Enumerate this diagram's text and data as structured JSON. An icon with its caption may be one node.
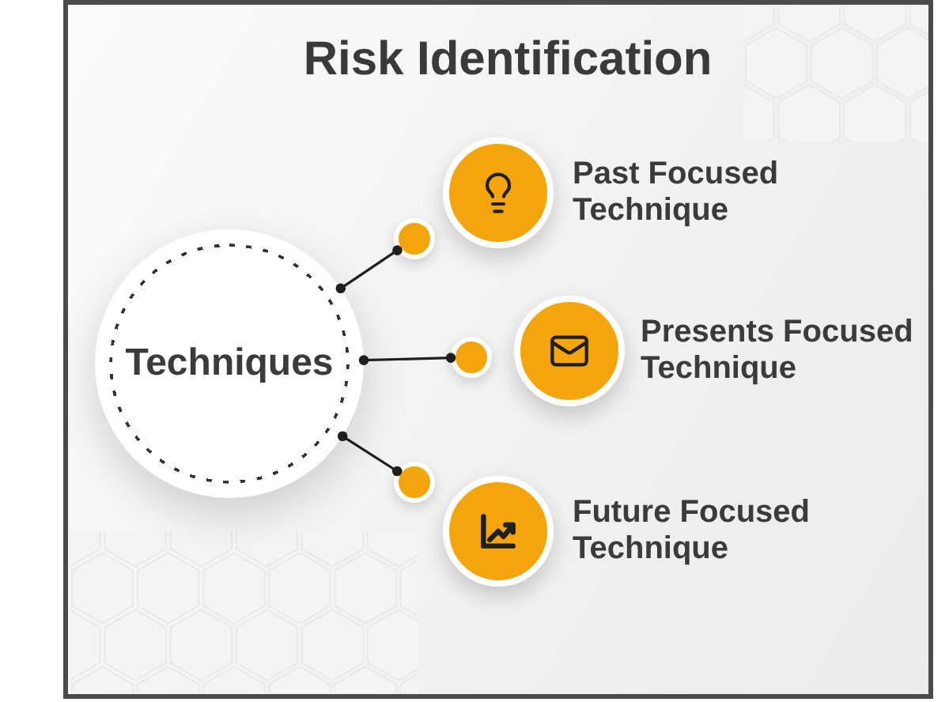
{
  "diagram": {
    "title": "Risk Identification",
    "nodes": [
      {
        "text": [
          "Techniques"
        ]
      },
      {
        "text": [
          "Past Focused Technique"
        ]
      },
      {
        "text": [
          "Presents Focused Technique"
        ]
      },
      {
        "text": [
          "Future Focused Technique"
        ]
      },
      {
        "text": [],
        "shape": "circle"
      },
      {
        "text": [],
        "shape": "circle"
      },
      {
        "text": [],
        "shape": "circle"
      }
    ],
    "edges": [
      {
        "from": 0,
        "to": 4,
        "arrow": "other"
      },
      {
        "from": 0,
        "to": 5,
        "arrow": "other"
      },
      {
        "from": 0,
        "to": 6,
        "arrow": "other"
      }
    ]
  }
}
